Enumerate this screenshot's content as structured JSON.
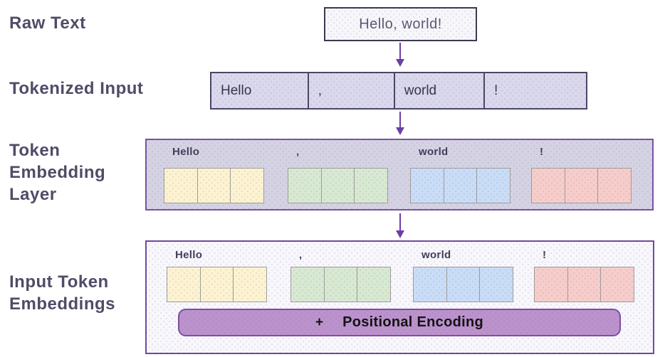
{
  "stage_labels": {
    "raw_text": "Raw Text",
    "tokenized_input": "Tokenized Input",
    "token_embedding_layer": "Token Embedding Layer",
    "input_token_embeddings": "Input Token Embeddings"
  },
  "raw_box": {
    "text": "Hello, world!"
  },
  "tokens": [
    {
      "text": "Hello",
      "color": "#fdf3d1"
    },
    {
      "text": ",",
      "color": "#d8e9d2"
    },
    {
      "text": "world",
      "color": "#c9ddf7"
    },
    {
      "text": "!",
      "color": "#f6cdca"
    }
  ],
  "embedding": {
    "cells_per_token": 3
  },
  "positional_encoding": {
    "plus": "+",
    "label": "Positional Encoding"
  },
  "colors": {
    "heading_text": "#514b67",
    "arrow": "#6b3fa2",
    "raw_box_bg": "#f7f7fb",
    "raw_box_border": "#3e3952",
    "token_row_bg": "#dad8ec",
    "token_row_border": "#4c4564",
    "embedding_layer_bg": "#d5d3e3",
    "embedding_layer_border": "#7b51a1",
    "input_embeddings_bg": "#f8f7fc",
    "input_embeddings_border": "#6f4b9e",
    "cell_border": "#9c9c9c",
    "positional_bar_bg": "#bc92cc",
    "positional_bar_border": "#7b4fa0"
  }
}
